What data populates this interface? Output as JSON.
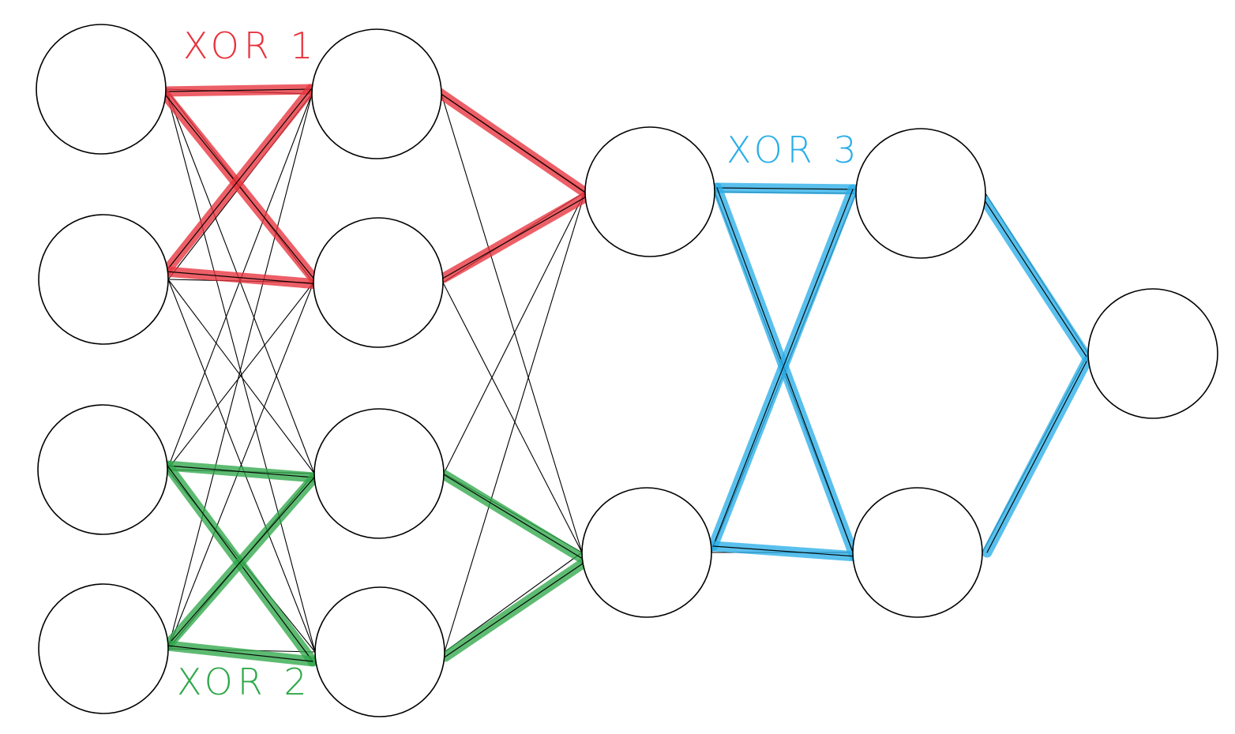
{
  "labels": {
    "xor1": "XOR 1",
    "xor2": "XOR 2",
    "xor3": "XOR 3"
  },
  "colors": {
    "xor1": "#e8323c",
    "xor2": "#2fa84a",
    "xor3": "#2aaee8",
    "node_stroke": "#000000",
    "edge": "#000000"
  }
}
